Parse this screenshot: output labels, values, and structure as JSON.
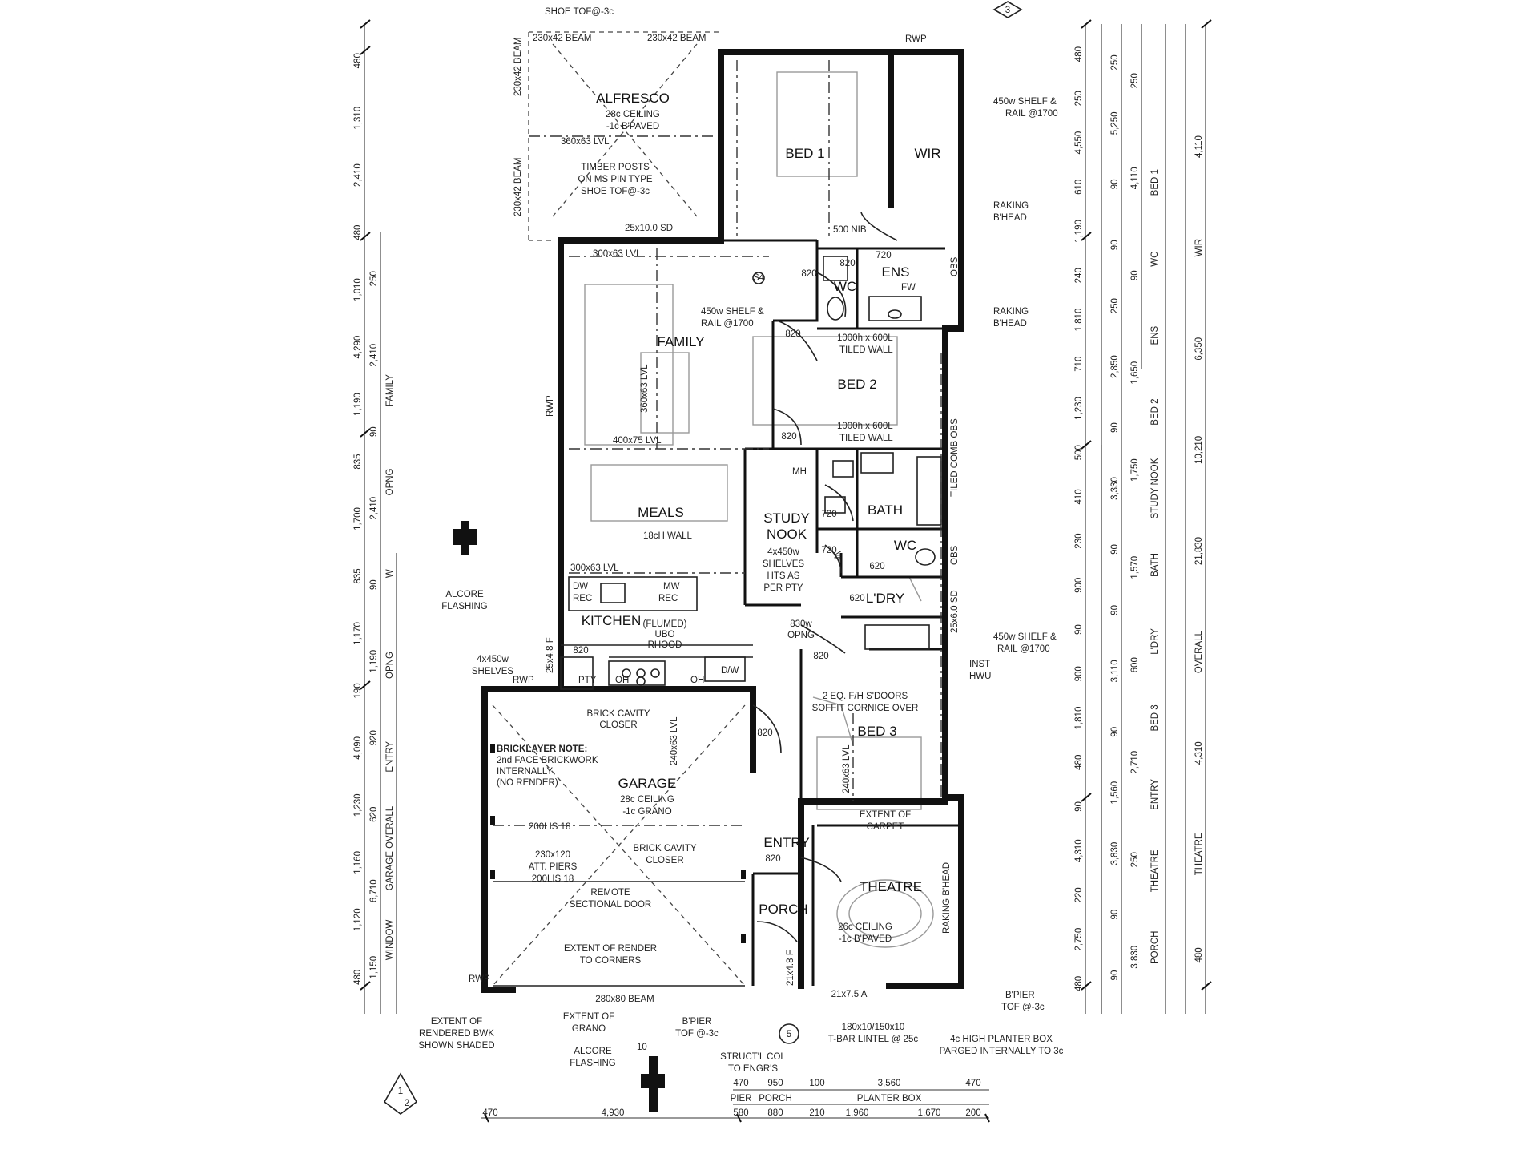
{
  "rooms": {
    "alfresco": "ALFRESCO",
    "alfresco_note_1": "28c CEILING",
    "alfresco_note_2": "-1c B'PAVED",
    "bed1": "BED 1",
    "wir": "WIR",
    "ens": "ENS",
    "wc_ens": "WC",
    "family": "FAMILY",
    "bed2": "BED 2",
    "meals": "MEALS",
    "study_nook_1": "STUDY",
    "study_nook_2": "NOOK",
    "bath": "BATH",
    "wc_bath": "WC",
    "ldry": "L'DRY",
    "kitchen": "KITCHEN",
    "garage": "GARAGE",
    "garage_note_1": "28c CEILING",
    "garage_note_2": "-1c GRANO",
    "bed3": "BED 3",
    "entry": "ENTRY",
    "theatre": "THEATRE",
    "porch": "PORCH",
    "mh": "MH",
    "lin": "LIN"
  },
  "notes": {
    "shoe_top": "SHOE TOF@-3c",
    "beam_230x42_a": "230x42 BEAM",
    "beam_230x42_b": "230x42 BEAM",
    "beam_230x42_v1": "230x42 BEAM",
    "beam_230x42_v2": "230x42 BEAM",
    "lvl_360x63": "360x63 LVL",
    "timber_posts_1": "TIMBER POSTS",
    "timber_posts_2": "ON MS PIN TYPE",
    "timber_posts_3": "SHOE TOF@-3c",
    "sd_25x10": "25x10.0 SD",
    "lvl_300x63_family": "300x63 LVL",
    "rwp_top": "RWP",
    "shelf_bed1_1": "450w SHELF &",
    "shelf_bed1_2": "RAIL @1700",
    "raking_1": "RAKING",
    "raking_2": "B'HEAD",
    "raking_3": "RAKING",
    "raking_4": "B'HEAD",
    "nib_500": "500 NIB",
    "fw": "FW",
    "shelf_family_1": "450w SHELF &",
    "shelf_family_2": "RAIL @1700",
    "tiled_1": "1000h x 600L",
    "tiled_2": "TILED WALL",
    "tiled_3": "1000h x 600L",
    "tiled_4": "TILED WALL",
    "lvl_360x63_family": "360x63 LVL",
    "lvl_400x75": "400x75 LVL",
    "rwp_family": "RWP",
    "h18_wall": "18cH WALL",
    "shelves_study_1": "4x450w",
    "shelves_study_2": "SHELVES",
    "shelves_study_3": "HTS AS",
    "shelves_study_4": "PER PTY",
    "lvl_300x63_kitchen": "300x63 LVL",
    "dw_rec": "DW",
    "rec": "REC",
    "mw": "MW",
    "rec2": "REC",
    "flumed_1": "(FLUMED)",
    "flumed_2": "UBO",
    "flumed_3": "RHOOD",
    "alcore_1": "ALCORE",
    "alcore_2": "FLASHING",
    "shelves_pty_1": "4x450w",
    "shelves_pty_2": "SHELVES",
    "pty": "PTY",
    "oh": "OH",
    "oh2": "OH",
    "dw2": "D/W",
    "rwp_garage": "RWP",
    "brick_closer_1": "BRICK CAVITY",
    "brick_closer_2": "CLOSER",
    "bricklayer_1": "BRICKLAYER NOTE:",
    "bricklayer_2": "2nd FACE BRICKWORK",
    "bricklayer_3": "INTERNALLY",
    "bricklayer_4": "(NO RENDER)",
    "lintel_200": "200LIS 18",
    "piers_1": "230x120",
    "piers_2": "ATT. PIERS",
    "piers_3": "200LIS 18",
    "brick_closer_3": "BRICK CAVITY",
    "brick_closer_4": "CLOSER",
    "remote_1": "REMOTE",
    "remote_2": "SECTIONAL DOOR",
    "render_1": "EXTENT OF RENDER",
    "render_2": "TO CORNERS",
    "beam_280": "280x80 BEAM",
    "rwp_garage2": "RWP",
    "opng_830": "830w",
    "opng_830b": "OPNG",
    "shelf_ldry_1": "450w SHELF &",
    "shelf_ldry_2": "RAIL @1700",
    "inst_1": "INST",
    "inst_2": "HWU",
    "sd_25x6": "25x6.0 SD",
    "doors_1": "2 EQ. F/H S'DOORS",
    "doors_2": "SOFFIT CORNICE OVER",
    "lvl_240x63": "240x63 LVL",
    "lvl_240x63b": "240x63 LVL",
    "carpet_1": "EXTENT OF",
    "carpet_2": "CARPET",
    "theatre_c_1": "26c CEILING",
    "theatre_c_2": "-1c B'PAVED",
    "raking_5": "RAKING B'HEAD",
    "pier_1": "B'PIER",
    "pier_2": "TOF @-3c",
    "pier_3": "B'PIER",
    "pier_4": "TOF @-3c",
    "planter_1": "4c HIGH PLANTER BOX",
    "planter_2": "PARGED INTERNALLY TO 3c",
    "lintel_1": "180x10/150x10",
    "lintel_2": "T-BAR LINTEL @ 25c",
    "structl_1": "STRUCT'L COL",
    "structl_2": "TO ENGR'S",
    "ext_rendered_1": "EXTENT OF",
    "ext_rendered_2": "RENDERED BWK",
    "ext_rendered_3": "SHOWN SHADED",
    "ext_grano_1": "EXTENT OF",
    "ext_grano_2": "GRANO",
    "alcore_3": "ALCORE",
    "alcore_4": "FLASHING",
    "sa_21x7": "21x7.5 A",
    "sd_21x4": "21x4.8 F",
    "sd_25x4": "25x4.8 F",
    "ends_flag": "OBS",
    "ends_flag2": "OBS",
    "tiled_combi": "TILED COMB OBS"
  },
  "dims_bottom_top": [
    "470",
    "950",
    "100",
    "3,560",
    "470"
  ],
  "dims_bottom_top_labels": [
    "PIER",
    "PORCH",
    "PLANTER BOX"
  ],
  "dims_bottom_mid": [
    "580",
    "880",
    "210",
    "1,960",
    "1,670",
    "200"
  ],
  "dims_bottom_last": [
    "470",
    "4,930"
  ],
  "dims_left_outer": [
    "480",
    "1,310",
    "2,410",
    "480",
    "1,010",
    "4,290",
    "1,190",
    "835",
    "1,700",
    "835",
    "1,170",
    "190",
    "4,090",
    "1,230",
    "1,160",
    "1,120",
    "480"
  ],
  "dims_left_inner": [
    "250",
    "2,410",
    "90",
    "2,410",
    "90",
    "1,190",
    "920",
    "620",
    "6,710",
    "1,150"
  ],
  "dims_left_labels": [
    "FAMILY",
    "OPNG",
    "W",
    "OPNG",
    "ENTRY",
    "GARAGE OVERALL",
    "WINDOW"
  ],
  "dims_right_outer": [
    "480",
    "250",
    "4,550",
    "610",
    "1,190",
    "240",
    "1,810",
    "710",
    "1,230",
    "500",
    "410",
    "230",
    "900",
    "90",
    "900",
    "1,810",
    "480",
    "90",
    "4,310",
    "220",
    "2,750",
    "480"
  ],
  "dims_right_mid": [
    "250",
    "5,250",
    "90",
    "90",
    "250",
    "2,850",
    "90",
    "3,330",
    "90",
    "90",
    "3,110",
    "90",
    "1,560",
    "3,830",
    "90",
    "90"
  ],
  "dims_right_inner": [
    "250",
    "4,110",
    "90",
    "1,650",
    "1,750",
    "1,570",
    "600",
    "2,710",
    "250",
    "3,830"
  ],
  "dims_right_labels": [
    "BED 1",
    "WC",
    "ENS",
    "BED 2",
    "STUDY NOOK",
    "BATH",
    "L'DRY",
    "BED 3",
    "ENTRY",
    "THEATRE",
    "PORCH"
  ],
  "dims_right_extra": [
    "4,110",
    "WIR",
    "6,350",
    "10,210",
    "21,830",
    "OVERALL",
    "4,310",
    "THEATRE",
    "480"
  ],
  "door_sizes": [
    "820",
    "820",
    "720",
    "820",
    "820",
    "720",
    "720",
    "620",
    "820",
    "820",
    "820",
    "820",
    "620"
  ],
  "callouts": [
    "5",
    "3",
    "1",
    "2",
    "10"
  ],
  "cross_ref": "S4"
}
